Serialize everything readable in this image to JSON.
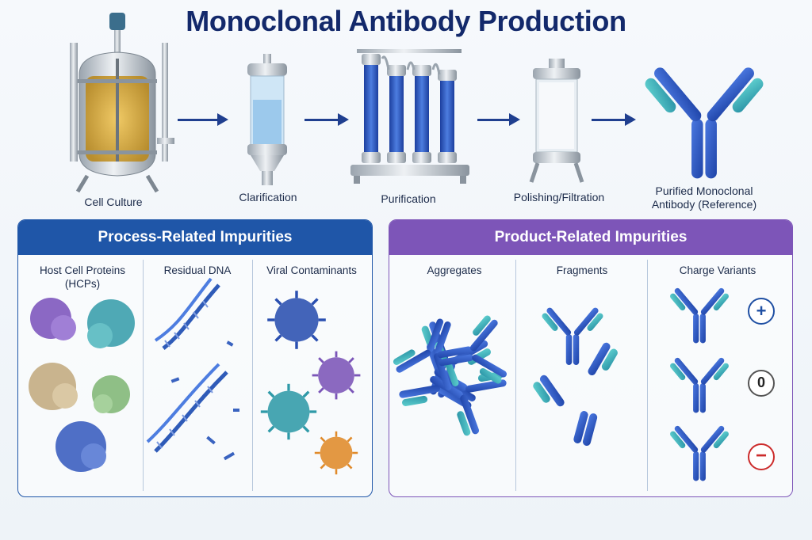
{
  "title": "Monoclonal Antibody Production",
  "colors": {
    "title": "#13296b",
    "arrow": "#1f3f8f",
    "process_header": "#1f56a8",
    "product_header": "#7d55b8",
    "antibody_dark": "#2b57c8",
    "antibody_light": "#3aa6b5",
    "plus_sign": "#1f4fa3",
    "minus_sign": "#cc2b2b"
  },
  "steps": [
    {
      "label": "Cell Culture",
      "icon": "bioreactor-icon"
    },
    {
      "label": "Clarification",
      "icon": "clarifier-icon"
    },
    {
      "label": "Purification",
      "icon": "chromatography-columns-icon"
    },
    {
      "label": "Polishing/Filtration",
      "icon": "filtration-unit-icon"
    },
    {
      "label": "Purified Monoclonal Antibody (Reference)",
      "icon": "antibody-icon"
    }
  ],
  "process_panel": {
    "title": "Process-Related Impurities",
    "columns": [
      {
        "title": "Host Cell Proteins (HCPs)",
        "icon": "protein-clusters-icon"
      },
      {
        "title": "Residual DNA",
        "icon": "dna-helix-icon"
      },
      {
        "title": "Viral Contaminants",
        "icon": "virus-particles-icon"
      }
    ]
  },
  "product_panel": {
    "title": "Product-Related Impurities",
    "columns": [
      {
        "title": "Aggregates",
        "icon": "antibody-aggregate-icon"
      },
      {
        "title": "Fragments",
        "icon": "antibody-fragments-icon"
      },
      {
        "title": "Charge Variants",
        "icon": "charge-variant-antibodies-icon"
      }
    ],
    "charge_symbols": [
      "+",
      "0",
      "−"
    ]
  }
}
